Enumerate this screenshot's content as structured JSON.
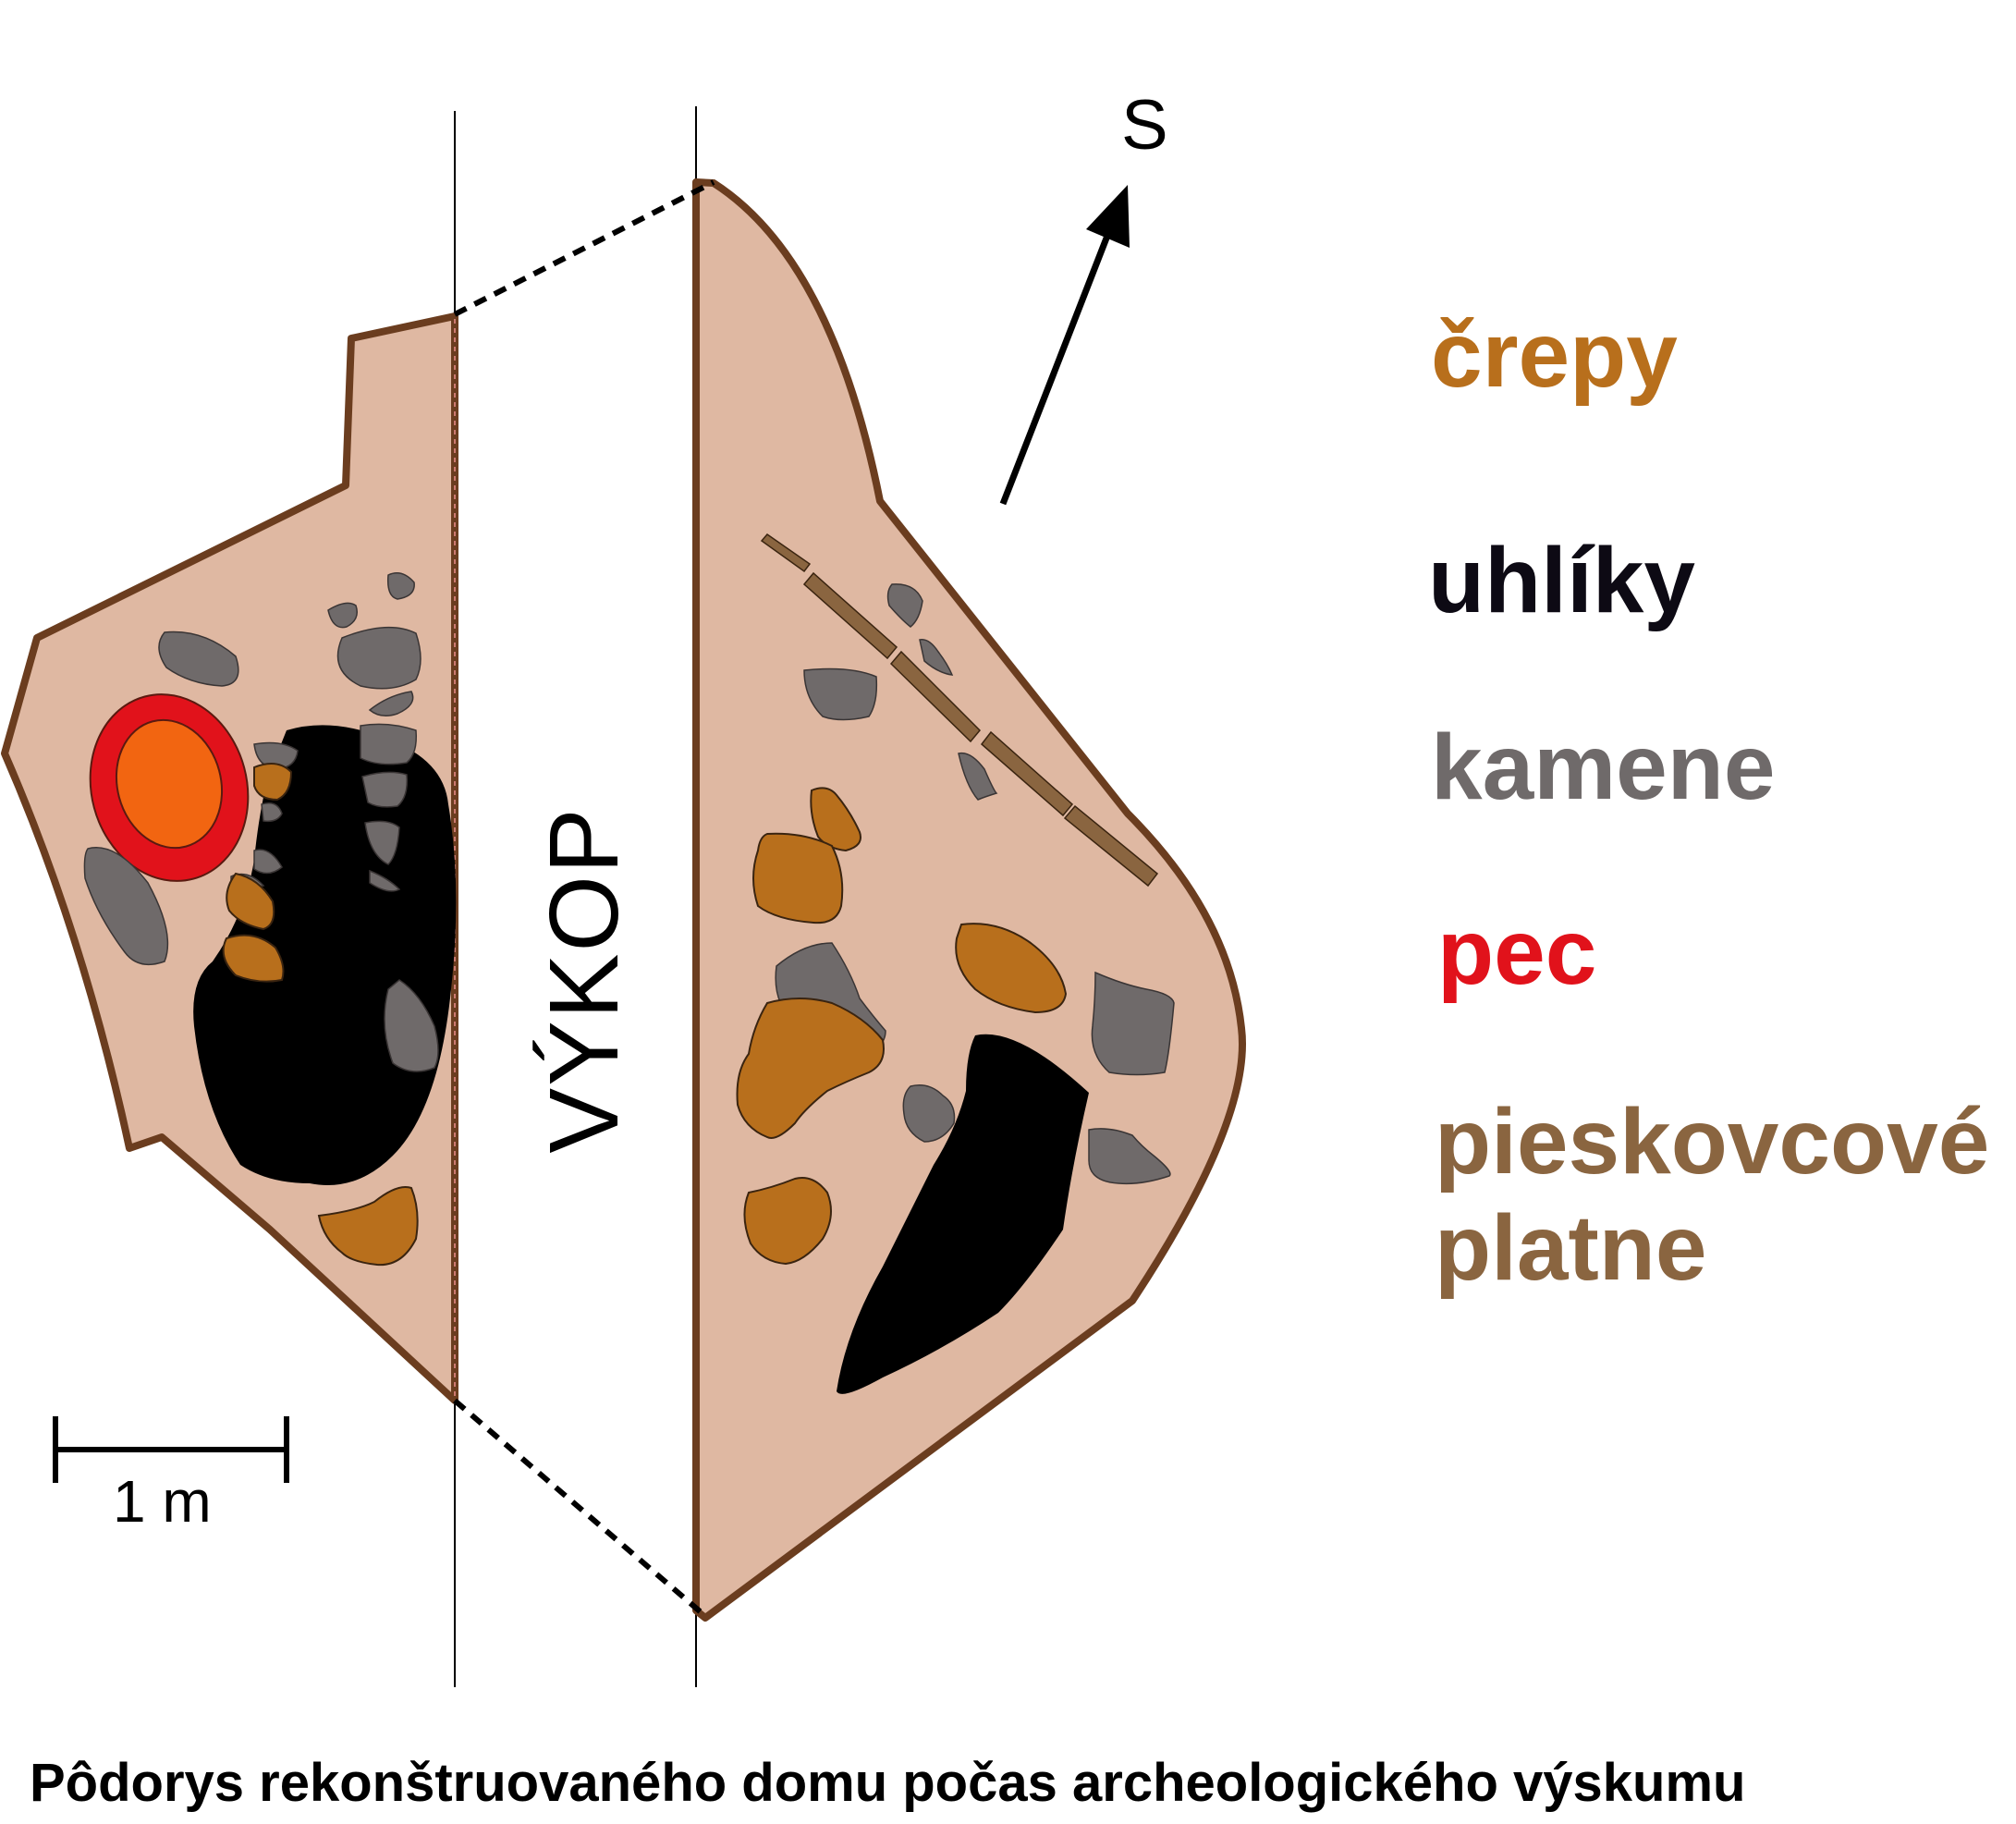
{
  "trench_label": "VÝKOP",
  "north_label": "S",
  "scale_label": "1 m",
  "caption": "Pôdorys rekonštruovaného domu  počas archeologického výskumu",
  "legend": [
    {
      "label": "črepy",
      "color": "#b86f1c",
      "icon": "sherd-swatch"
    },
    {
      "label": "uhlíky",
      "color": "#0d0a14",
      "icon": "charcoal-swatch"
    },
    {
      "label": "kamene",
      "color": "#6f6a6a",
      "icon": "stone-swatch"
    },
    {
      "label": "pec",
      "color": "#e1121b",
      "icon": "oven-swatch"
    },
    {
      "label": "pieskovcové",
      "color": "#8a6540",
      "icon": "sandstone-slab-swatch"
    },
    {
      "label": "platne",
      "color": "#8a6540",
      "icon": "sandstone-slab-swatch"
    }
  ],
  "colors": {
    "floor": "#dfb8a2",
    "outline": "#6b3d1f",
    "sherd": "#b86f1c",
    "charcoal": "#000000",
    "stone": "#6f6a6a",
    "oven": "#e1121b",
    "oven_core": "#f26511",
    "slab": "#8a6540"
  }
}
